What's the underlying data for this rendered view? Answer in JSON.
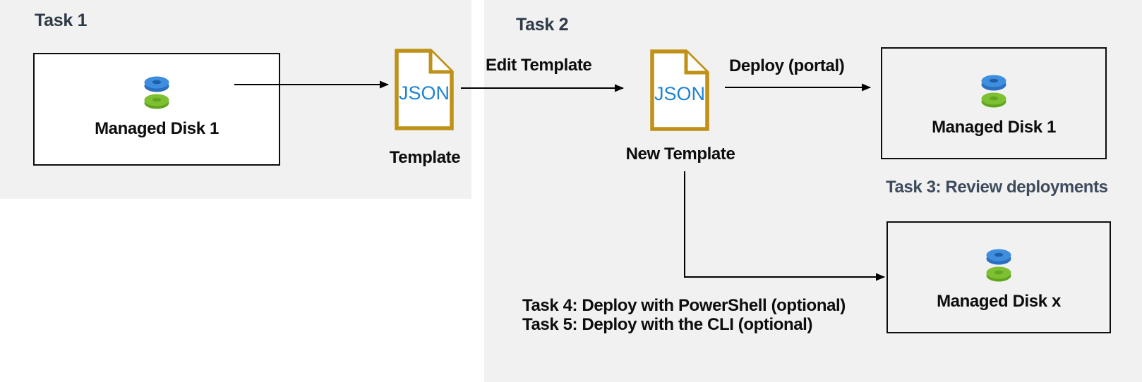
{
  "panels": {
    "task1": {
      "heading": "Task 1"
    },
    "task2": {
      "heading": "Task 2"
    }
  },
  "nodes": {
    "source_disk": {
      "label": "Managed Disk 1",
      "icon": "stacked-disks-icon"
    },
    "template": {
      "file_text": "JSON",
      "label": "Template",
      "icon": "json-file-icon"
    },
    "new_template": {
      "file_text": "JSON",
      "label": "New Template",
      "icon": "json-file-icon"
    },
    "portal_disk": {
      "label": "Managed Disk 1",
      "icon": "stacked-disks-icon"
    },
    "cli_disk": {
      "label": "Managed Disk x",
      "icon": "stacked-disks-icon"
    }
  },
  "arrows": {
    "export_to_template": {
      "label": ""
    },
    "edit_template": {
      "label": "Edit Template"
    },
    "deploy_portal": {
      "label": "Deploy (portal)"
    },
    "deploy_scripted": {
      "label": ""
    }
  },
  "annotations": {
    "task3": "Task 3: Review deployments",
    "task4": "Task 4: Deploy with PowerShell (optional)",
    "task5": "Task 5: Deploy with the CLI (optional)"
  },
  "colors": {
    "panel_bg": "#f1f1f1",
    "heading_color": "#2e3a47",
    "annotation_color": "#3d4b5c",
    "text_color": "#0d0d0d",
    "arrow_color": "#000000",
    "gold": "#bf9116",
    "json_blue": "#1e83d3",
    "disk_blue": "#3f8ede",
    "disk_blue_dark": "#2a6fc0",
    "disk_blue_hole": "#1d5ea8",
    "disk_green": "#7dc032",
    "disk_green_dark": "#61a51f",
    "disk_green_hole": "#63a622"
  }
}
